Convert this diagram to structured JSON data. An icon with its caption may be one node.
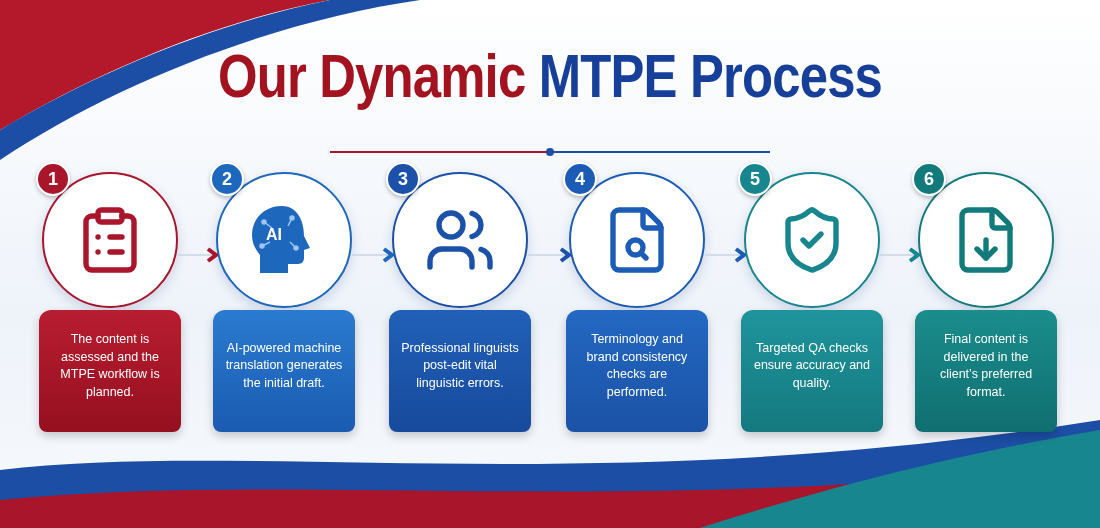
{
  "diagram": {
    "title": "Our Dynamic MTPE Process",
    "nodes": [
      {
        "text": [],
        "shape": "circle"
      },
      {
        "text": [],
        "shape": "circle"
      },
      {
        "text": [],
        "shape": "circle"
      },
      {
        "text": [],
        "shape": "circle"
      },
      {
        "text": [],
        "shape": "circle"
      },
      {
        "text": [],
        "shape": "circle"
      },
      {
        "text": [
          "The content is assessed and the MTPE workflow is planned."
        ]
      },
      {
        "text": [
          "AI-powered machine translation generates the initial draft."
        ]
      },
      {
        "text": [
          "Professional linguists post-edit vital linguistic errors."
        ]
      },
      {
        "text": [
          "Terminology and brand consistency checks are performed."
        ]
      },
      {
        "text": [
          "Targeted QA checks ensure accuracy and quality."
        ]
      },
      {
        "text": [
          "Final content is delivered in the client’s preferred format."
        ]
      }
    ],
    "edges": [
      {
        "from": 0,
        "to": 1,
        "arrow": "to"
      },
      {
        "from": 1,
        "to": 2,
        "arrow": "to"
      },
      {
        "from": 2,
        "to": 3,
        "arrow": "to"
      },
      {
        "from": 3,
        "to": 4,
        "arrow": "to"
      },
      {
        "from": 4,
        "to": 5,
        "arrow": "to"
      }
    ],
    "labels": [
      "1",
      "2",
      "AI",
      "3",
      "4",
      "5",
      "6"
    ]
  }
}
